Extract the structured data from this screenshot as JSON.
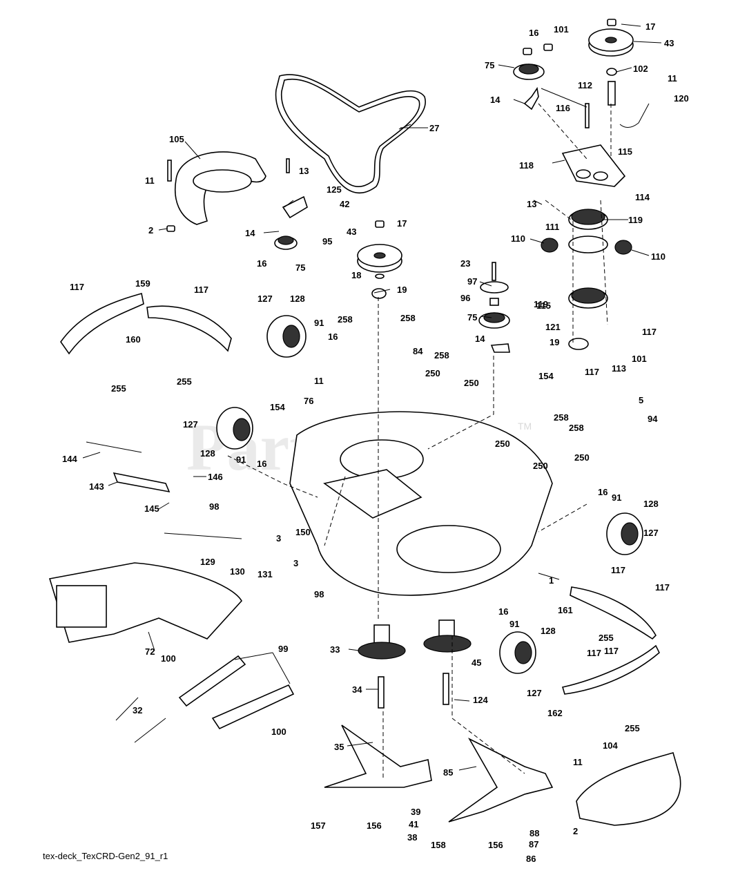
{
  "diagram": {
    "watermark": "PartsTree",
    "trademark": "TM",
    "caption": "tex-deck_TexCRD-Gen2_91_r1"
  },
  "callouts": [
    {
      "id": "c1",
      "text": "1"
    },
    {
      "id": "c2a",
      "text": "2"
    },
    {
      "id": "c2b",
      "text": "2"
    },
    {
      "id": "c3a",
      "text": "3"
    },
    {
      "id": "c3b",
      "text": "3"
    },
    {
      "id": "c5",
      "text": "5"
    },
    {
      "id": "c11a",
      "text": "11"
    },
    {
      "id": "c11b",
      "text": "11"
    },
    {
      "id": "c11c",
      "text": "11"
    },
    {
      "id": "c11d",
      "text": "11"
    },
    {
      "id": "c13a",
      "text": "13"
    },
    {
      "id": "c13b",
      "text": "13"
    },
    {
      "id": "c14a",
      "text": "14"
    },
    {
      "id": "c14b",
      "text": "14"
    },
    {
      "id": "c14c",
      "text": "14"
    },
    {
      "id": "c16a",
      "text": "16"
    },
    {
      "id": "c16b",
      "text": "16"
    },
    {
      "id": "c16c",
      "text": "16"
    },
    {
      "id": "c16d",
      "text": "16"
    },
    {
      "id": "c16e",
      "text": "16"
    },
    {
      "id": "c16f",
      "text": "16"
    },
    {
      "id": "c17a",
      "text": "17"
    },
    {
      "id": "c17b",
      "text": "17"
    },
    {
      "id": "c18",
      "text": "18"
    },
    {
      "id": "c19a",
      "text": "19"
    },
    {
      "id": "c19b",
      "text": "19"
    },
    {
      "id": "c23",
      "text": "23"
    },
    {
      "id": "c27",
      "text": "27"
    },
    {
      "id": "c32",
      "text": "32"
    },
    {
      "id": "c33",
      "text": "33"
    },
    {
      "id": "c34",
      "text": "34"
    },
    {
      "id": "c35",
      "text": "35"
    },
    {
      "id": "c38",
      "text": "38"
    },
    {
      "id": "c39",
      "text": "39"
    },
    {
      "id": "c41",
      "text": "41"
    },
    {
      "id": "c42",
      "text": "42"
    },
    {
      "id": "c43a",
      "text": "43"
    },
    {
      "id": "c43b",
      "text": "43"
    },
    {
      "id": "c45",
      "text": "45"
    },
    {
      "id": "c72",
      "text": "72"
    },
    {
      "id": "c75a",
      "text": "75"
    },
    {
      "id": "c75b",
      "text": "75"
    },
    {
      "id": "c75c",
      "text": "75"
    },
    {
      "id": "c76",
      "text": "76"
    },
    {
      "id": "c84",
      "text": "84"
    },
    {
      "id": "c85",
      "text": "85"
    },
    {
      "id": "c86",
      "text": "86"
    },
    {
      "id": "c87",
      "text": "87"
    },
    {
      "id": "c88",
      "text": "88"
    },
    {
      "id": "c91a",
      "text": "91"
    },
    {
      "id": "c91b",
      "text": "91"
    },
    {
      "id": "c91c",
      "text": "91"
    },
    {
      "id": "c91d",
      "text": "91"
    },
    {
      "id": "c94",
      "text": "94"
    },
    {
      "id": "c95",
      "text": "95"
    },
    {
      "id": "c96",
      "text": "96"
    },
    {
      "id": "c97",
      "text": "97"
    },
    {
      "id": "c98a",
      "text": "98"
    },
    {
      "id": "c98b",
      "text": "98"
    },
    {
      "id": "c99",
      "text": "99"
    },
    {
      "id": "c100a",
      "text": "100"
    },
    {
      "id": "c100b",
      "text": "100"
    },
    {
      "id": "c101a",
      "text": "101"
    },
    {
      "id": "c101b",
      "text": "101"
    },
    {
      "id": "c102",
      "text": "102"
    },
    {
      "id": "c104",
      "text": "104"
    },
    {
      "id": "c105",
      "text": "105"
    },
    {
      "id": "c110a",
      "text": "110"
    },
    {
      "id": "c110b",
      "text": "110"
    },
    {
      "id": "c111",
      "text": "111"
    },
    {
      "id": "c112",
      "text": "112"
    },
    {
      "id": "c113",
      "text": "113"
    },
    {
      "id": "c114",
      "text": "114"
    },
    {
      "id": "c115a",
      "text": "115"
    },
    {
      "id": "c115b",
      "text": "115"
    },
    {
      "id": "c116",
      "text": "116"
    },
    {
      "id": "c117a",
      "text": "117"
    },
    {
      "id": "c117b",
      "text": "117"
    },
    {
      "id": "c117c",
      "text": "117"
    },
    {
      "id": "c117d",
      "text": "117"
    },
    {
      "id": "c117e",
      "text": "117"
    },
    {
      "id": "c117f",
      "text": "117"
    },
    {
      "id": "c117g",
      "text": "117"
    },
    {
      "id": "c117h",
      "text": "117"
    },
    {
      "id": "c118",
      "text": "118"
    },
    {
      "id": "c119a",
      "text": "119"
    },
    {
      "id": "c119b",
      "text": "119"
    },
    {
      "id": "c120",
      "text": "120"
    },
    {
      "id": "c121",
      "text": "121"
    },
    {
      "id": "c124",
      "text": "124"
    },
    {
      "id": "c125",
      "text": "125"
    },
    {
      "id": "c127a",
      "text": "127"
    },
    {
      "id": "c127b",
      "text": "127"
    },
    {
      "id": "c127c",
      "text": "127"
    },
    {
      "id": "c127d",
      "text": "127"
    },
    {
      "id": "c128a",
      "text": "128"
    },
    {
      "id": "c128b",
      "text": "128"
    },
    {
      "id": "c128c",
      "text": "128"
    },
    {
      "id": "c128d",
      "text": "128"
    },
    {
      "id": "c129",
      "text": "129"
    },
    {
      "id": "c130",
      "text": "130"
    },
    {
      "id": "c131",
      "text": "131"
    },
    {
      "id": "c143",
      "text": "143"
    },
    {
      "id": "c144",
      "text": "144"
    },
    {
      "id": "c145",
      "text": "145"
    },
    {
      "id": "c146",
      "text": "146"
    },
    {
      "id": "c150",
      "text": "150"
    },
    {
      "id": "c154a",
      "text": "154"
    },
    {
      "id": "c154b",
      "text": "154"
    },
    {
      "id": "c156a",
      "text": "156"
    },
    {
      "id": "c156b",
      "text": "156"
    },
    {
      "id": "c157",
      "text": "157"
    },
    {
      "id": "c158",
      "text": "158"
    },
    {
      "id": "c159",
      "text": "159"
    },
    {
      "id": "c160",
      "text": "160"
    },
    {
      "id": "c161",
      "text": "161"
    },
    {
      "id": "c162",
      "text": "162"
    },
    {
      "id": "c250a",
      "text": "250"
    },
    {
      "id": "c250b",
      "text": "250"
    },
    {
      "id": "c250c",
      "text": "250"
    },
    {
      "id": "c250d",
      "text": "250"
    },
    {
      "id": "c250e",
      "text": "250"
    },
    {
      "id": "c255a",
      "text": "255"
    },
    {
      "id": "c255b",
      "text": "255"
    },
    {
      "id": "c255c",
      "text": "255"
    },
    {
      "id": "c255d",
      "text": "255"
    },
    {
      "id": "c258a",
      "text": "258"
    },
    {
      "id": "c258b",
      "text": "258"
    },
    {
      "id": "c258c",
      "text": "258"
    },
    {
      "id": "c258d",
      "text": "258"
    },
    {
      "id": "c258e",
      "text": "258"
    }
  ]
}
